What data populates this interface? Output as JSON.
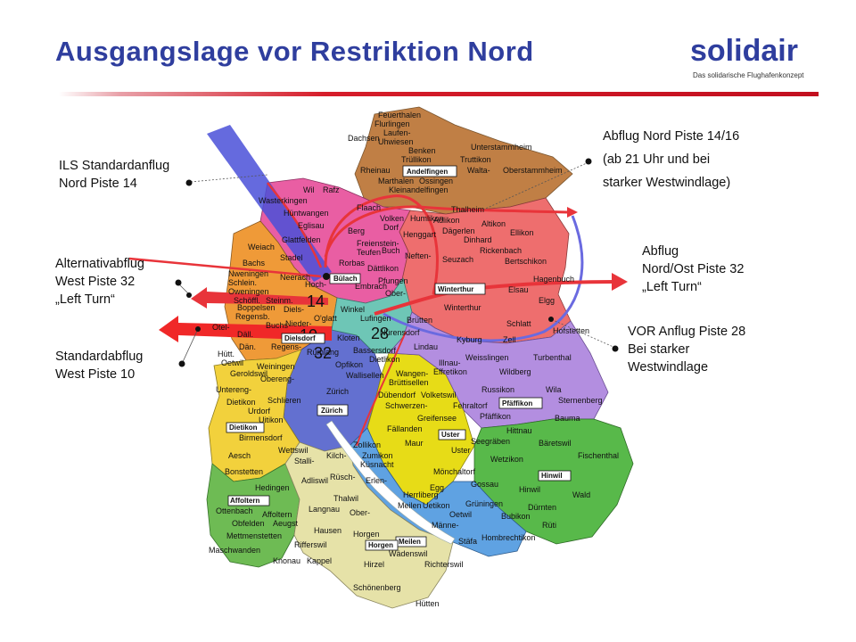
{
  "header": {
    "title": "Ausgangslage vor Restriktion Nord",
    "brand": "solidair",
    "tagline": "Das solidarische Flughafenkonzept"
  },
  "labels": {
    "ils": [
      "ILS Standardanflug",
      "Nord Piste 14"
    ],
    "alt_west": [
      "Alternativabflug",
      "West Piste 32",
      "„Left Turn“"
    ],
    "std_west": [
      "Standardabflug",
      "West Piste 10"
    ],
    "north": [
      "Abflug Nord Piste 14/16",
      "(ab 21 Uhr und bei",
      "starker Westwindlage)"
    ],
    "northeast": [
      "Abflug",
      "Nord/Ost Piste 32",
      "„Left Turn“"
    ],
    "vor": [
      "VOR Anflug Piste 28",
      "Bei starker",
      "Westwindlage"
    ]
  },
  "runways": {
    "r14": "14",
    "r10": "10",
    "r28": "28",
    "r32": "32"
  },
  "boxes": {
    "andelfingen": "Andelfingen",
    "buelach": "Bülach",
    "winterthur": "Winterthur",
    "dielsdorf": "Dielsdorf",
    "zuerich": "Zürich",
    "dietikon": "Dietikon",
    "pfaeffikon": "Pfäffikon",
    "uster": "Uster",
    "hinwil": "Hinwil",
    "affoltern": "Affoltern",
    "meilen": "Meilen",
    "horgen": "Horgen"
  },
  "places": {
    "feuerthalen": "Feuerthalen",
    "flurlingen": "Flurlingen",
    "laufen": "Laufen-",
    "uhwiesen": "Uhwiesen",
    "dachsen": "Dachsen",
    "benken": "Benken",
    "truellikon": "Trüllikon",
    "unterstammheim": "Unterstammheim",
    "oberstammheim": "Oberstammheim",
    "rheinau": "Rheinau",
    "truttikon": "Truttikon",
    "waltalingen": "Walta-",
    "marthalen": "Marthalen",
    "ossingen": "Ossingen",
    "kleinandelfingen": "Kleinandelfingen",
    "wil": "Wil",
    "rafz": "Rafz",
    "wasterkingen": "Wasterkingen",
    "huentwangen": "Hüntwangen",
    "eglisau": "Eglisau",
    "flaach": "Flaach",
    "volken": "Volken",
    "dorf": "Dorf",
    "humlikon": "Humlikon",
    "thalheim": "Thalheim",
    "adlikon": "Adlikon",
    "altikon": "Altikon",
    "ellikon": "Ellikon",
    "weiach": "Weiach",
    "glattfelden": "Glattfelden",
    "berg": "Berg",
    "henggart": "Henggart",
    "daegerlen": "Dägerlen",
    "dinhard": "Dinhard",
    "rickenbach": "Rickenbach",
    "freienstein": "Freienstein-",
    "teufen": "Teufen",
    "buch": "Buch",
    "neftenbach": "Neften-",
    "seuzach": "Seuzach",
    "bachs": "Bachs",
    "stadel": "Stadel",
    "rorbas": "Rorbas",
    "daettlikon": "Dättlikon",
    "bertschikon": "Bertschikon",
    "neerach": "Neerach",
    "embrach": "Embrach",
    "pfungen": "Pfungen",
    "hagenbuch": "Hagenbuch",
    "elsau": "Elsau",
    "niederweningen": "Nweningen",
    "schleinikon": "Schlein.",
    "oberweningen": "Oweningen",
    "schoefflisdorf": "Schöffl.",
    "steinmaur": "Steinm.",
    "hochfelden": "Hoch-",
    "oberembrach": "Ober-",
    "elgg": "Elgg",
    "winkel": "Winkel",
    "lufingen": "Lufingen",
    "regensberg": "Regensb.",
    "boppelsen": "Boppelsen",
    "dielsdorf_t": "Diels-",
    "buchs": "Buchs",
    "niederhasli": "Nieder-",
    "oberglatt": "O'glatt",
    "winterthur_t": "Winterthur",
    "bruetten": "Brütten",
    "nuerensdorf": "Nürensdorf",
    "schlatt": "Schlatt",
    "hofstetten": "Hofstetten",
    "otelfingen": "Otel-",
    "daellikon": "Däll.",
    "daenikon": "Dän.",
    "huettikon": "Hütt.",
    "regensdorf": "Regens-",
    "ruemlang": "Rümlang",
    "kloten": "Kloten",
    "bassersdorf": "Bassersdorf",
    "lindau": "Lindau",
    "kyburg": "Kyburg",
    "zell": "Zell",
    "turbenthal": "Turbenthal",
    "oetwil": "Oetwil",
    "weiningen": "Weiningen",
    "geroldswil": "Geroldswil",
    "opfikon": "Opfikon",
    "dietlikon": "Dietlikon",
    "illnau": "Illnau-",
    "effretikon": "Effretikon",
    "weisslingen": "Weisslingen",
    "wildberg": "Wildberg",
    "unterengstringen": "Untereng-",
    "oberengstringen": "Obereng-",
    "dietikon_t": "Dietikon",
    "urdorf": "Urdorf",
    "schlieren": "Schlieren",
    "zuerich_t": "Zürich",
    "wallisellen": "Wallisellen",
    "wangen": "Wangen-",
    "bruettisellen": "Brüttisellen",
    "duebendorf": "Dübendorf",
    "volketswil": "Volketswil",
    "fehraltorf": "Fehraltorf",
    "russikon": "Russikon",
    "pfaeffikon_t": "Pfäffikon",
    "wila": "Wila",
    "sternenberg": "Sternenberg",
    "bauma": "Bauma",
    "uitikon": "Uitikon",
    "birmensdorf": "Birmensdorf",
    "schwerzenbach": "Schwerzen-",
    "greifensee": "Greifensee",
    "faellanden": "Fällanden",
    "hittnau": "Hittnau",
    "baeretswil": "Bäretswil",
    "fischenthal": "Fischenthal",
    "aesch": "Aesch",
    "wettswil": "Wettswil",
    "stallikon": "Stalli-",
    "zollikon": "Zollikon",
    "zumikon": "Zumikon",
    "maur": "Maur",
    "uster_t": "Uster",
    "seegraeben": "Seegräben",
    "wetzikon": "Wetzikon",
    "bonstetten": "Bonstetten",
    "kilchberg": "Kilch-",
    "kuesnacht": "Küsnacht",
    "hedingen": "Hedingen",
    "adliswil": "Adliswil",
    "rueschlikon": "Rüsch-",
    "erlenbach": "Erlen-",
    "egg": "Egg",
    "moenchaltorf": "Mönchaltorf",
    "gossau": "Gossau",
    "hinwil_t": "Hinwil",
    "wald": "Wald",
    "ottenbach": "Ottenbach",
    "affoltern_t": "Affoltern",
    "obfelden": "Obfelden",
    "thalwil": "Thalwil",
    "herrliberg": "Herrliberg",
    "oetwil_see": "Oetwil",
    "grueningen": "Grüningen",
    "duernten": "Dürnten",
    "aeugst": "Aeugst",
    "langnau": "Langnau",
    "oberrieden": "Ober-",
    "meilen_t": "Meilen",
    "uetikon": "Uetikon",
    "bubikon": "Bubikon",
    "rueti": "Rüti",
    "mettmenstetten": "Mettmenstetten",
    "hausen": "Hausen",
    "horgen_t": "Horgen",
    "maennedorf": "Männe-",
    "hombrechtikon": "Hombrechtikon",
    "staefa": "Stäfa",
    "maschwanden": "Maschwanden",
    "rifferswil": "Rifferswil",
    "knonau": "Knonau",
    "kappel": "Kappel",
    "hirzel": "Hirzel",
    "waedenswil": "Wädenswil",
    "richterswil": "Richterswil",
    "schoenenberg": "Schönenberg",
    "huetten": "Hütten"
  },
  "colors": {
    "title": "#2f3e9e",
    "arrow_red": "#f02828",
    "route_red": "#e8343a",
    "approach_blue": "#4a50d8",
    "loop_blue": "#6a6ae0",
    "andelfingen": "#c07f45",
    "winterthur": "#ee6e6e",
    "buelach": "#e95ea3",
    "dielsdorf": "#ef9a38",
    "zuerich": "#6370d0",
    "dietikon": "#f2d13c",
    "affoltern": "#6ebb54",
    "horgen": "#e6e2a8",
    "meilen": "#5fa2e2",
    "uster": "#e7dc17",
    "pfaeffikon": "#b38ee0",
    "hinwil": "#58b94a",
    "bassersdorf": "#6ec6b6"
  }
}
